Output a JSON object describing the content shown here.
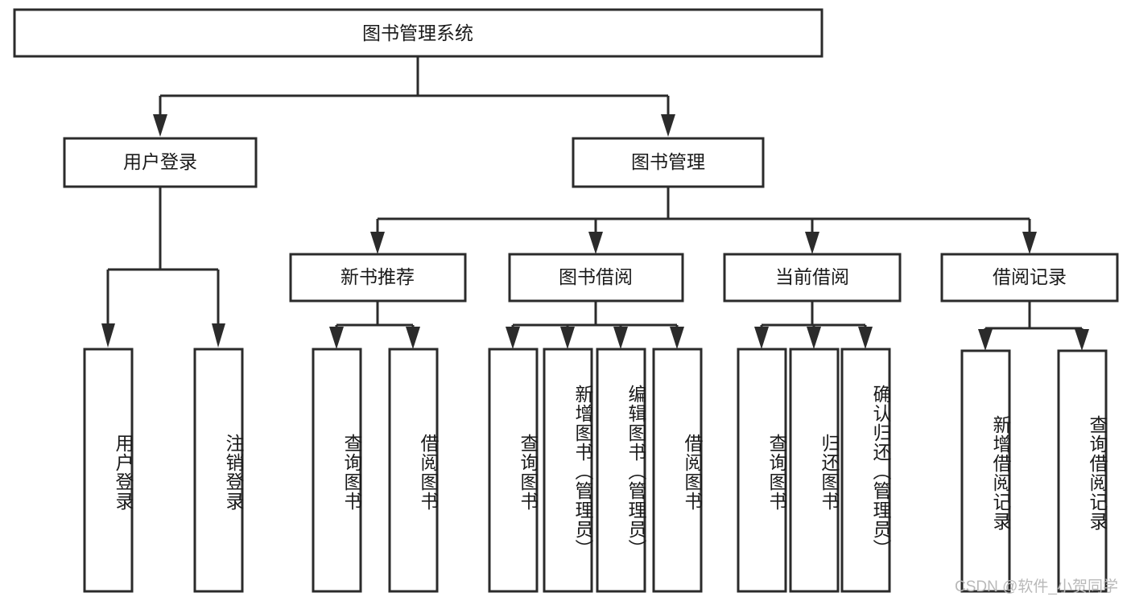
{
  "diagram": {
    "title": "图书管理系统",
    "type": "tree",
    "watermark": "CSDN @软件_小贺同学",
    "colors": {
      "box_stroke": "#2b2b2b",
      "box_fill": "#ffffff",
      "text": "#1a1a1a",
      "background": "#ffffff",
      "watermark": "#b9b9b9"
    },
    "root": {
      "label": "图书管理系统"
    },
    "level2": [
      {
        "label": "用户登录"
      },
      {
        "label": "图书管理"
      }
    ],
    "level3": [
      {
        "label": "新书推荐"
      },
      {
        "label": "图书借阅"
      },
      {
        "label": "当前借阅"
      },
      {
        "label": "借阅记录"
      }
    ],
    "leaves": {
      "user_login": [
        {
          "label": "用户登录"
        },
        {
          "label": "注销登录"
        }
      ],
      "new_book": [
        {
          "label": "查询图书"
        },
        {
          "label": "借阅图书"
        }
      ],
      "book_borrow": [
        {
          "label": "查询图书"
        },
        {
          "label": "新增图书（管理员）"
        },
        {
          "label": "编辑图书（管理员）"
        },
        {
          "label": "借阅图书"
        }
      ],
      "current_borrow": [
        {
          "label": "查询图书"
        },
        {
          "label": "归还图书"
        },
        {
          "label": "确认归还（管理员）"
        }
      ],
      "borrow_record": [
        {
          "label": "新增借阅记录"
        },
        {
          "label": "查询借阅记录"
        }
      ]
    }
  }
}
